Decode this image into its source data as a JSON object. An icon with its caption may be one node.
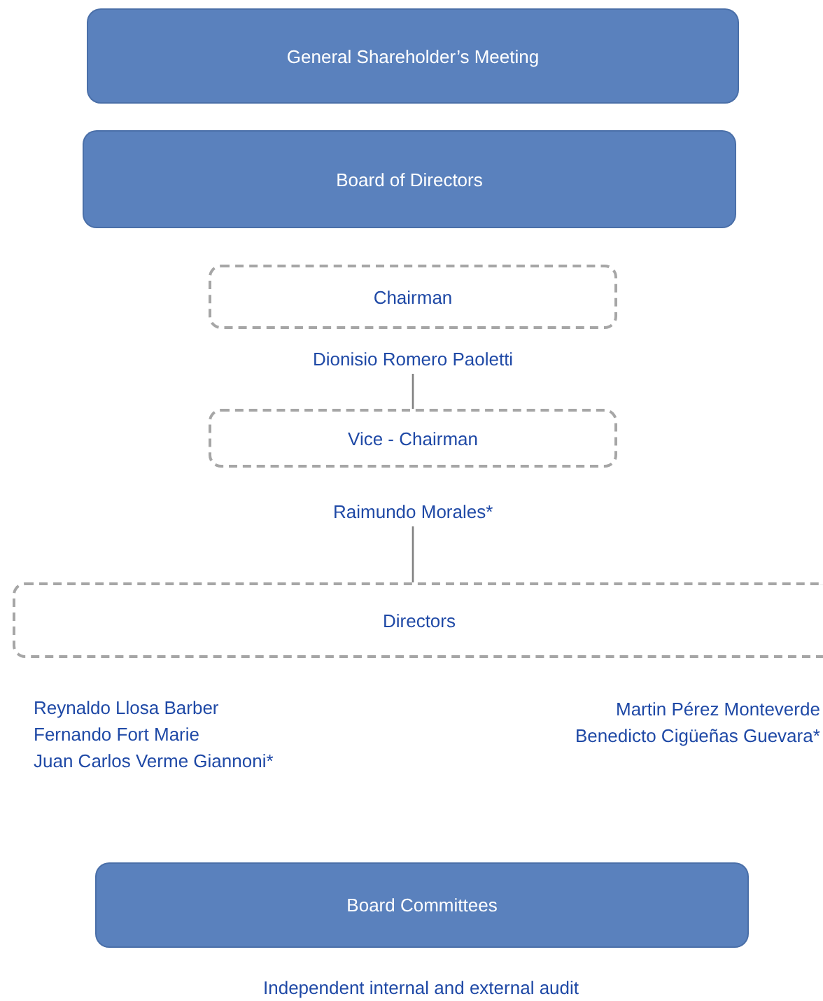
{
  "diagram": {
    "nodes": [
      {
        "text": [
          "General Shareholder’s Meeting"
        ]
      },
      {
        "text": [
          "Board of Directors"
        ]
      },
      {
        "text": [
          "Chairman"
        ],
        "beside": [
          "Dionisio Romero Paoletti"
        ]
      },
      {
        "text": [
          "Vice - Chairman"
        ],
        "beside": [
          "Raimundo Morales*"
        ]
      },
      {
        "text": [
          "Directors"
        ]
      },
      {
        "text": [
          "Board Committees"
        ],
        "beside": [
          "Independent internal and external audit"
        ]
      }
    ],
    "edges": [
      {
        "from": 2,
        "to": 3,
        "arrow": "none"
      },
      {
        "from": 3,
        "to": 4,
        "arrow": "none"
      }
    ],
    "labels": [
      "Reynaldo Llosa Barber",
      "Fernando Fort Marie",
      "Juan Carlos Verme Giannoni*",
      "Martin Pérez Monteverde",
      "Benedicto Cigüeñas Guevara*"
    ]
  }
}
